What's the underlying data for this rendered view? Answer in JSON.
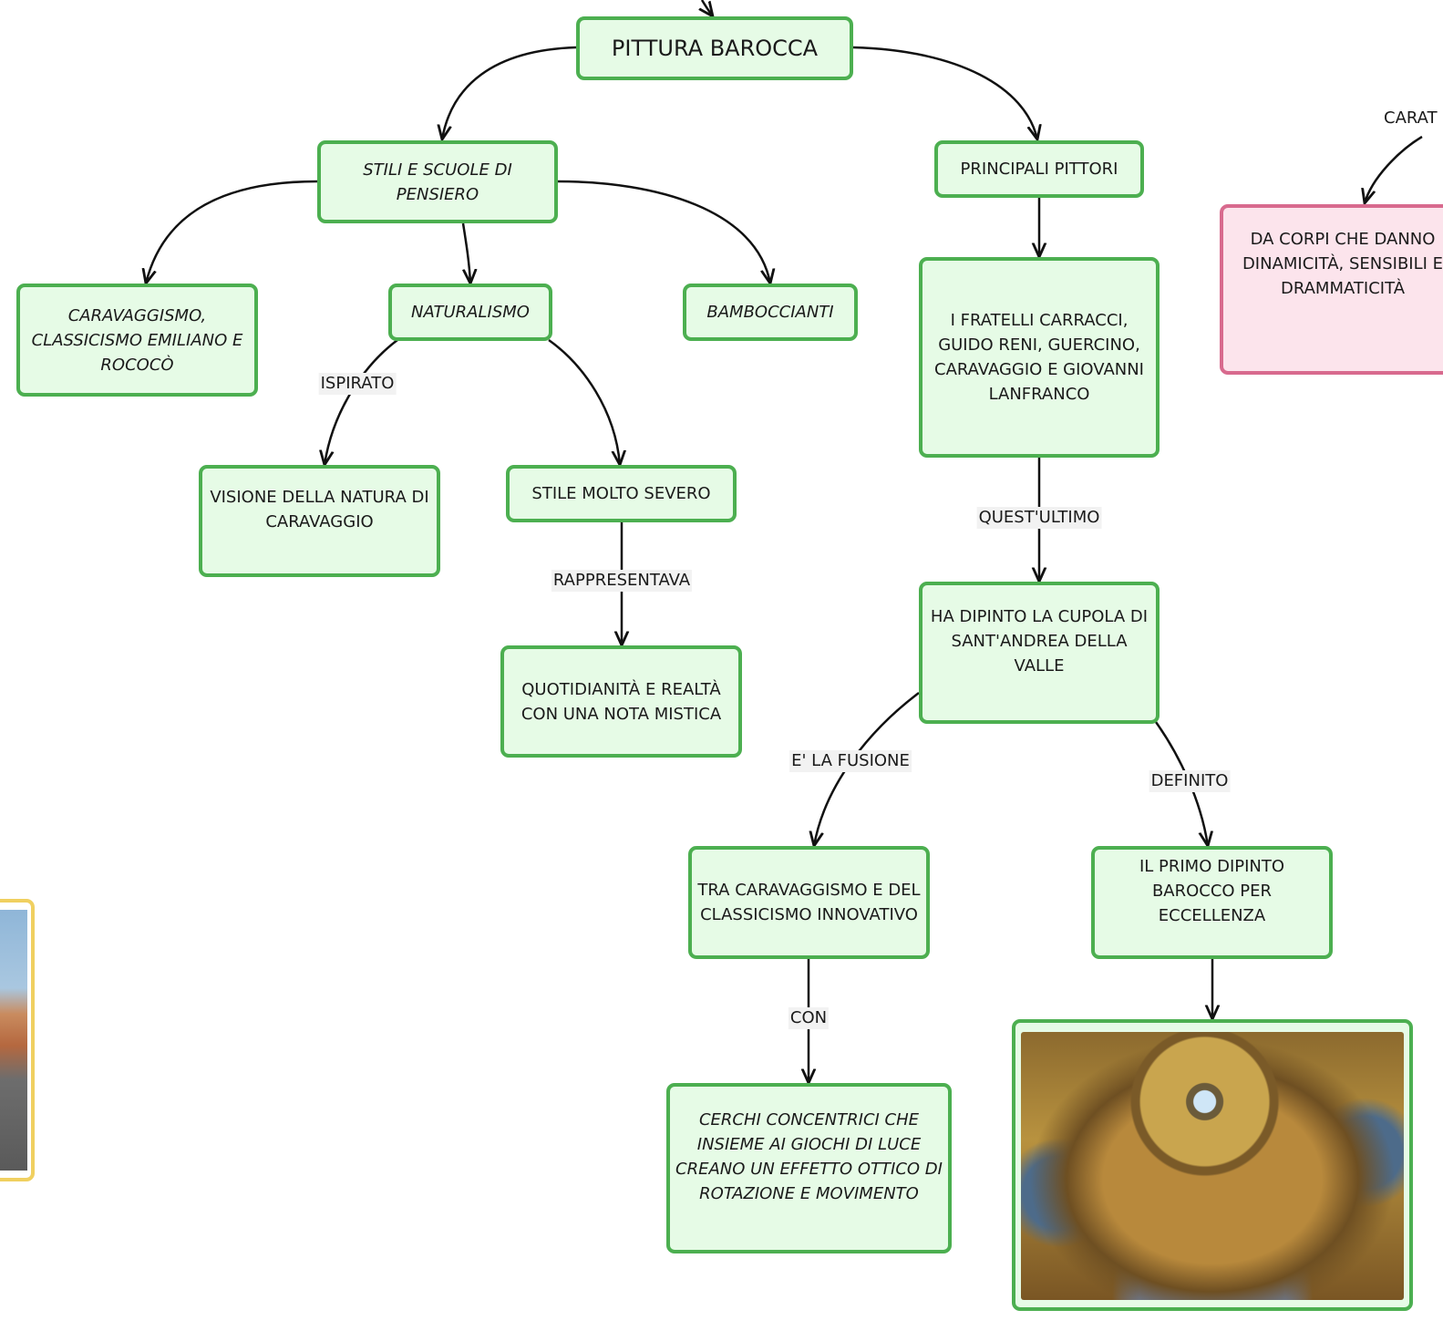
{
  "diagram": {
    "title": "PITTURA BAROCCA",
    "nodes": {
      "stili": "STILI E SCUOLE DI PENSIERO",
      "pittori": "PRINCIPALI PITTORI",
      "corpi": "DA CORPI CHE DANNO DINAMICITÀ, SENSIBILI E DRAMMATICITÀ",
      "caravaggismo": "CARAVAGGISMO, CLASSICISMO EMILIANO E ROCOCÒ",
      "naturalismo": "NATURALISMO",
      "bamboccianti": "BAMBOCCIANTI",
      "fratelli": "I FRATELLI CARRACCI, GUIDO RENI, GUERCINO, CARAVAGGIO E GIOVANNI LANFRANCO",
      "visione": "VISIONE DELLA NATURA DI CARAVAGGIO",
      "severo": "STILE MOLTO SEVERO",
      "quotidianita": "QUOTIDIANITÀ E REALTÀ CON UNA NOTA MISTICA",
      "cupola": "HA DIPINTO LA CUPOLA DI SANT'ANDREA DELLA VALLE",
      "tra": "TRA CARAVAGGISMO E DEL CLASSICISMO INNOVATIVO",
      "primo": "IL PRIMO DIPINTO BAROCCO PER ECCELLENZA",
      "cerchi": "CERCHI CONCENTRICI CHE INSIEME AI GIOCHI DI LUCE CREANO UN EFFETTO OTTICO DI ROTAZIONE E MOVIMENTO"
    },
    "edge_labels": {
      "cara": "CARAT",
      "ispirato": "ISPIRATO",
      "rappresentava": "RAPPRESENTAVA",
      "questultimo": "QUEST'ULTIMO",
      "fusione": "E' LA FUSIONE",
      "definito": "DEFINITO",
      "con": "CON"
    },
    "colors": {
      "node_fill": "#e6fbe6",
      "node_border": "#4caf50",
      "pink_fill": "#fce4ec",
      "pink_border": "#d86a8e",
      "edge": "#111111"
    }
  }
}
